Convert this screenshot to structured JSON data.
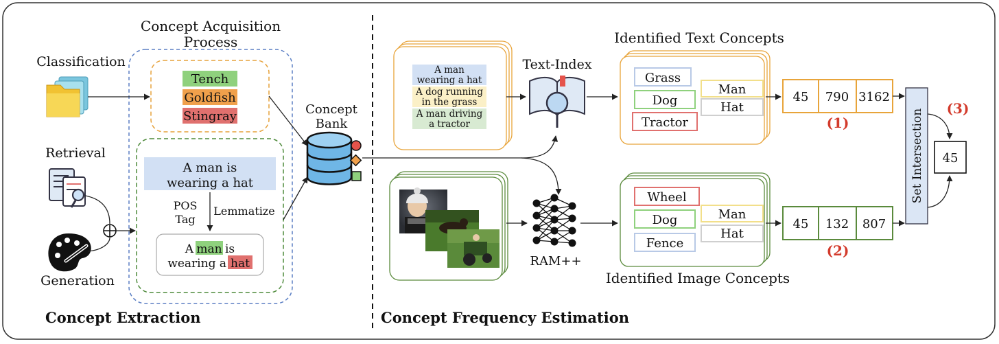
{
  "sections": {
    "left_title": "Concept Extraction",
    "right_title": "Concept Frequency  Estimation"
  },
  "acquisition": {
    "title_line1": "Concept Acquisition",
    "title_line2": "Process",
    "classification_label": "Classification",
    "retrieval_label": "Retrieval",
    "generation_label": "Generation",
    "classes": [
      "Tench",
      "Goldfish",
      "Stingray"
    ],
    "caption_line1": "A man is",
    "caption_line2": "wearing a hat",
    "pos_tag_line1": "POS",
    "pos_tag_line2": "Tag",
    "lemmatize": "Lemmatize",
    "lemma_line1_pre": "A",
    "lemma_word1": "man",
    "lemma_line1_post": "is",
    "lemma_line2_pre": "wearing a",
    "lemma_word2": "hat"
  },
  "concept_bank": {
    "line1": "Concept",
    "line2": "Bank"
  },
  "text_branch": {
    "captions": [
      [
        "A man",
        "wearing a hat"
      ],
      [
        "A dog running",
        "in the grass"
      ],
      [
        "A man driving",
        "a tractor"
      ]
    ],
    "index_label": "Text-Index",
    "concepts_title": "Identified Text Concepts",
    "concepts": [
      "Grass",
      "Dog",
      "Tractor",
      "Man",
      "Hat"
    ],
    "counts": [
      "45",
      "790",
      "3162"
    ],
    "marker": "(1)"
  },
  "image_branch": {
    "model_label": "RAM++",
    "concepts_title": "Identified Image Concepts",
    "concepts": [
      "Wheel",
      "Dog",
      "Fence",
      "Man",
      "Hat"
    ],
    "counts": [
      "45",
      "132",
      "807"
    ],
    "marker": "(2)"
  },
  "intersection": {
    "label": "Set Intersection",
    "result": "45",
    "marker": "(3)"
  },
  "colors": {
    "frame": "#333333",
    "blue_dashed": "#5b7fc4",
    "orange_dashed": "#e6a23c",
    "green_dashed": "#4d8a3a",
    "tench": "#8fd17d",
    "goldfish": "#f0a04b",
    "stingray": "#e0706e",
    "caption_blue": "#d2e0f4",
    "caption_yellow": "#fbf0c7",
    "caption_green": "#d8ead2",
    "orange_box": "#e8a43a",
    "green_box": "#5a8a3c",
    "red_marker": "#d33b2c",
    "set_box": "#dbe6f5"
  }
}
